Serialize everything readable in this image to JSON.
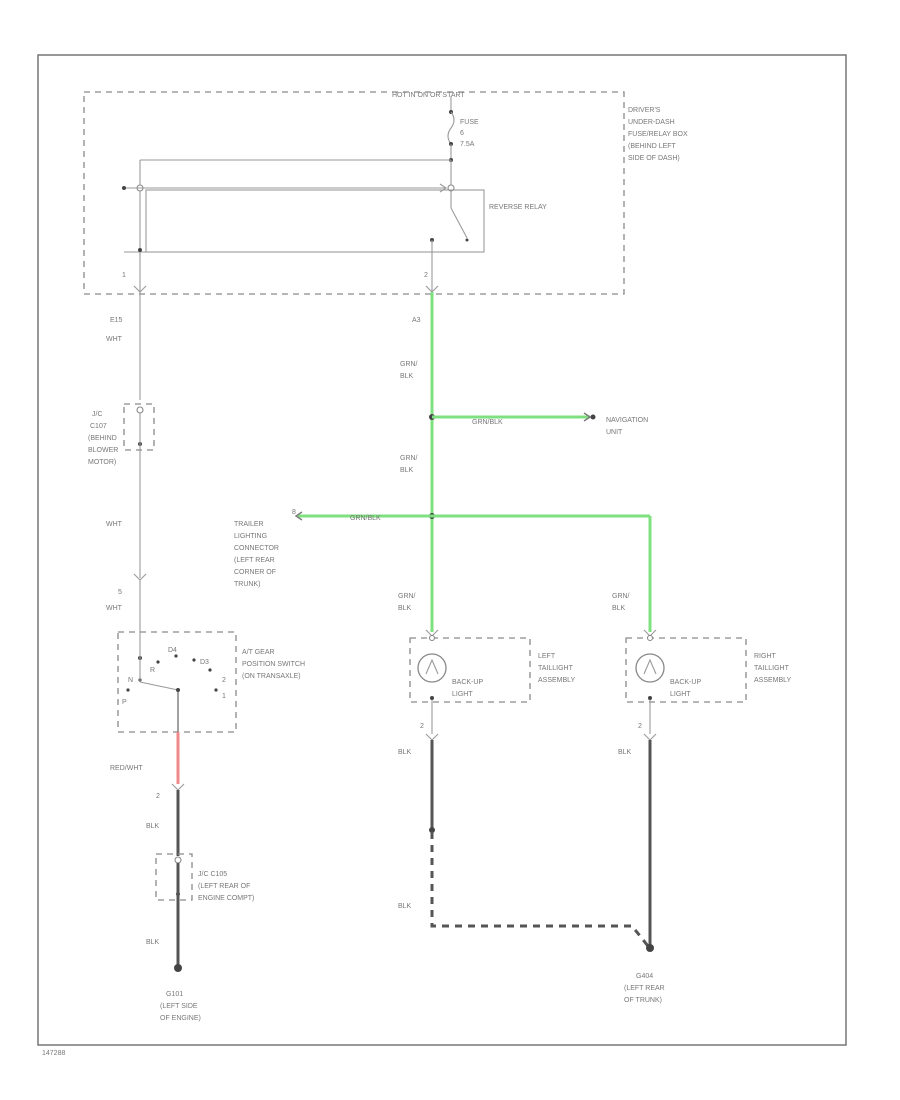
{
  "border": {
    "code": "147288"
  },
  "fuse_box": {
    "feed": "HOT IN ON OR START",
    "fuse_label": "FUSE",
    "fuse_no": "6",
    "fuse_amp": "7.5A",
    "relay": "REVERSE RELAY",
    "box_l1": "DRIVER'S",
    "box_l2": "UNDER-DASH",
    "box_l3": "FUSE/RELAY BOX",
    "box_l4": "(BEHIND LEFT",
    "box_l5": "SIDE OF DASH)",
    "pin_left": "1",
    "pin_right": "2"
  },
  "wires": {
    "c_e15": "E15",
    "wht1": "WHT",
    "a43": "A3",
    "grn_blk1a": "GRN/",
    "grn_blk1b": "BLK",
    "grn_blk2a": "GRN/",
    "grn_blk2b": "BLK",
    "grn_blk3a": "GRN/",
    "grn_blk3b": "BLK",
    "grn_blk4a": "GRN/",
    "grn_blk4b": "BLK",
    "grnblk_nav": "GRN/BLK",
    "grnblk_trailer": "GRN/BLK",
    "wht2": "WHT",
    "pin5": "5",
    "wht3": "WHT",
    "red_wht": "RED/WHT",
    "pin2a": "2",
    "blk1": "BLK",
    "blk2": "BLK",
    "pin2b": "2",
    "blk3": "BLK",
    "blk4": "BLK",
    "pin2c": "2",
    "blk5": "BLK"
  },
  "components": {
    "jc_c107_l1": "J/C",
    "jc_c107_l2": "C107",
    "jc_c107_l3": "(BEHIND",
    "jc_c107_l4": "BLOWER",
    "jc_c107_l5": "MOTOR)",
    "nav_l1": "NAVIGATION",
    "nav_l2": "UNIT",
    "trailer_l1": "TRAILER",
    "trailer_l2": "LIGHTING",
    "trailer_l3": "CONNECTOR",
    "trailer_l4": "(LEFT REAR",
    "trailer_l5": "CORNER OF",
    "trailer_l6": "TRUNK)",
    "trailer_pin": "8",
    "switch_l1": "A/T GEAR",
    "switch_l2": "POSITION SWITCH",
    "switch_l3": "(ON TRANSAXLE)",
    "sw_r": "R",
    "sw_d4": "D4",
    "sw_d3": "D3",
    "sw_p": "P",
    "sw_n": "N",
    "sw_2": "2",
    "sw_1": "1",
    "backup_left_l1": "BACK-UP",
    "backup_left_l2": "LIGHT",
    "ltail_l1": "LEFT",
    "ltail_l2": "TAILLIGHT",
    "ltail_l3": "ASSEMBLY",
    "backup_right_l1": "BACK-UP",
    "backup_right_l2": "LIGHT",
    "rtail_l1": "RIGHT",
    "rtail_l2": "TAILLIGHT",
    "rtail_l3": "ASSEMBLY",
    "jc_c105_l1": "J/C C105",
    "jc_c105_l2": "(LEFT REAR OF",
    "jc_c105_l3": "ENGINE COMPT)",
    "g101_l1": "G101",
    "g101_l2": "(LEFT SIDE",
    "g101_l3": "OF ENGINE)",
    "g404_l1": "G404",
    "g404_l2": "(LEFT REAR",
    "g404_l3": "OF TRUNK)"
  }
}
